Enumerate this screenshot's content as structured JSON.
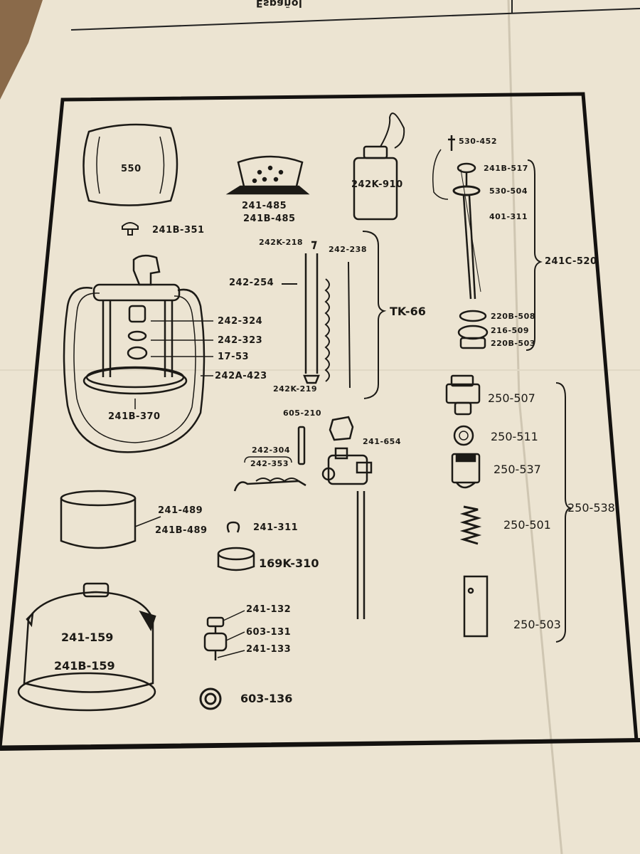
{
  "header": {
    "text": "Español"
  },
  "parts": {
    "globe": "550",
    "ventilator_1": "241-485",
    "ventilator_2": "241B-485",
    "fuel_can": "242K-910",
    "screw_top": "530-452",
    "pump_rod_cap": "241B-517",
    "pump_washer": "530-504",
    "pump_rod": "401-311",
    "pump_assembly": "241C-520",
    "nut_top": "241B-351",
    "tip_cleaner_screw": "242K-218",
    "tip_cleaner_wire": "242-238",
    "generator_tube": "242-254",
    "generator_kit": "TK-66",
    "mantle_cap": "242-324",
    "mixer": "242-323",
    "burner_nut": "17-53",
    "frame": "242A-423",
    "burner_base": "241B-370",
    "generator_needle": "242K-219",
    "check_valve_1": "220B-508",
    "check_valve_2": "216-509",
    "check_valve_3": "220B-503",
    "valve_body": "250-507",
    "valve_washer": "250-511",
    "valve_stem": "250-537",
    "valve_spring": "250-501",
    "valve_assembly": "250-538",
    "valve_plate": "250-503",
    "generator_nut": "605-210",
    "valve_link": "242-304",
    "eccentric": "242-353",
    "fuel_valve": "241-654",
    "heat_shield_1": "241-489",
    "heat_shield_2": "241B-489",
    "clip": "241-311",
    "filler_cap": "169K-310",
    "fount_1": "241-159",
    "fount_2": "241B-159",
    "knob_1": "241-132",
    "knob_2": "603-131",
    "knob_3": "241-133",
    "gasket": "603-136"
  },
  "colors": {
    "paper": "#ece4d2",
    "ink": "#1c1a16",
    "background": "#8a6a4a"
  }
}
